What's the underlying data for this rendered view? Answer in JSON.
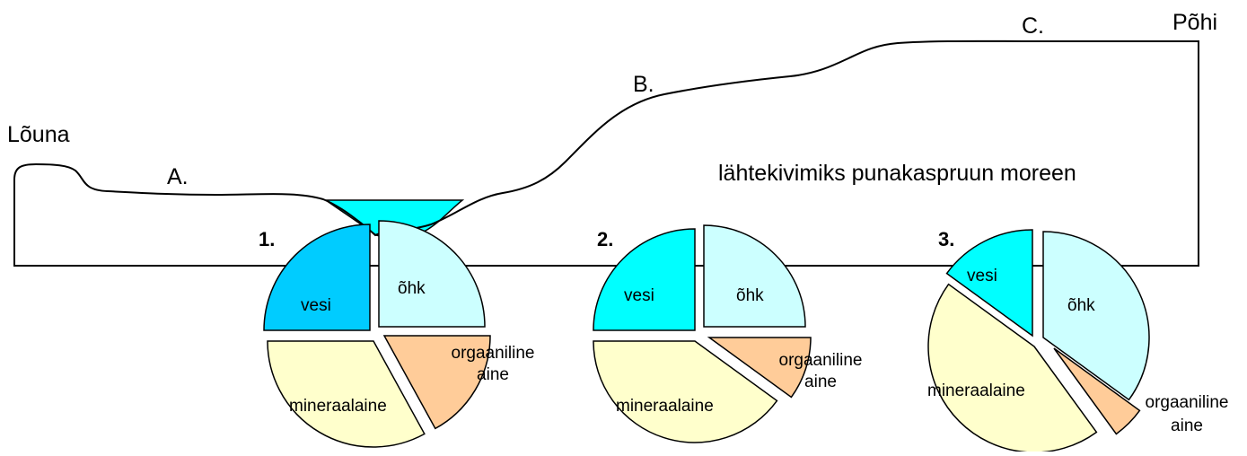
{
  "labels": {
    "south": "Lõuna",
    "north": "Põhi",
    "section_a": "A.",
    "section_b": "B.",
    "section_c": "C.",
    "parent_rock": "lähtekivimiks punakaspruun moreen"
  },
  "samples": [
    {
      "number": "1.",
      "slices": [
        {
          "key": "vesi",
          "label": "vesi",
          "value": 25,
          "color": "#00CCFF"
        },
        {
          "key": "ohk",
          "label": "õhk",
          "value": 25,
          "color": "#CCFFFF"
        },
        {
          "key": "orgaaniline",
          "label": "orgaaniline aine",
          "value": 17,
          "color": "#FFCC99"
        },
        {
          "key": "mineraalaine",
          "label": "mineraalaine",
          "value": 33,
          "color": "#FFFFCC"
        }
      ]
    },
    {
      "number": "2.",
      "slices": [
        {
          "key": "vesi",
          "label": "vesi",
          "value": 25,
          "color": "#00FFFF"
        },
        {
          "key": "ohk",
          "label": "õhk",
          "value": 25,
          "color": "#CCFFFF"
        },
        {
          "key": "orgaaniline",
          "label": "orgaaniline aine",
          "value": 10,
          "color": "#FFCC99"
        },
        {
          "key": "mineraalaine",
          "label": "mineraalaine",
          "value": 40,
          "color": "#FFFFCC"
        }
      ]
    },
    {
      "number": "3.",
      "slices": [
        {
          "key": "vesi",
          "label": "vesi",
          "value": 15,
          "color": "#00FFFF"
        },
        {
          "key": "ohk",
          "label": "õhk",
          "value": 35,
          "color": "#CCFFFF"
        },
        {
          "key": "orgaaniline",
          "label": "orgaaniline aine",
          "value": 5,
          "color": "#FFCC99"
        },
        {
          "key": "mineraalaine",
          "label": "mineraalaine",
          "value": 45,
          "color": "#FFFFCC"
        }
      ]
    }
  ],
  "colors": {
    "water_body": "#00FFFF",
    "outline": "#000000"
  }
}
